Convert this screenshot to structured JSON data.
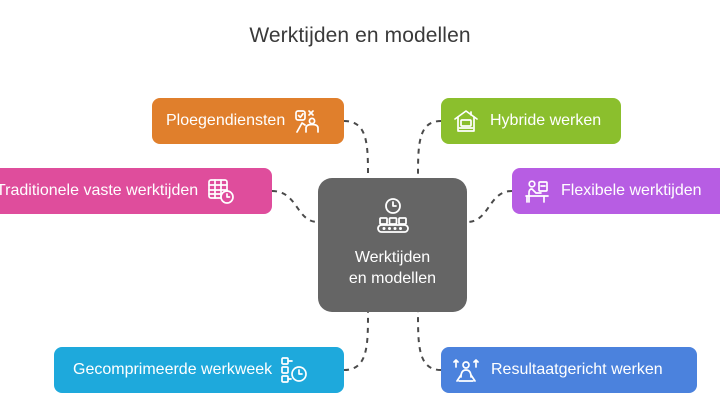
{
  "title": "Werktijden en modellen",
  "center": {
    "line1": "Werktijden",
    "line2": "en modellen",
    "icon": "clock-conveyor-icon",
    "color": "#656565"
  },
  "nodes": {
    "ploegendiensten": {
      "label": "Ploegendiensten",
      "icon": "shift-worker-icon",
      "color": "#e07f2c"
    },
    "traditionele": {
      "label": "Traditionele vaste werktijden",
      "icon": "calendar-clock-icon",
      "color": "#df4d9c"
    },
    "gecomprimeerde": {
      "label": "Gecomprimeerde werkweek",
      "icon": "schedule-clock-icon",
      "color": "#1ea9dc"
    },
    "hybride": {
      "label": "Hybride werken",
      "icon": "home-laptop-icon",
      "color": "#8bbf2d"
    },
    "flexibele": {
      "label": "Flexibele werktijden",
      "icon": "desk-worker-icon",
      "color": "#b75de3"
    },
    "resultaatgericht": {
      "label": "Resultaatgericht werken",
      "icon": "target-person-icon",
      "color": "#4b82dd"
    }
  }
}
